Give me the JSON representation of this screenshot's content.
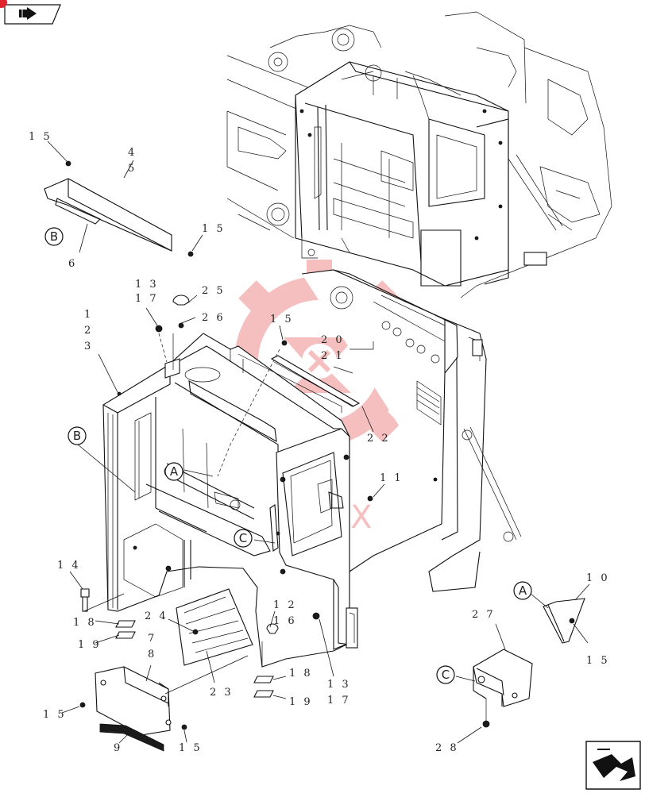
{
  "watermark": {
    "text": "VHTEX",
    "color": "#e23b3b"
  },
  "colors": {
    "line": "#111111",
    "accent": "#e0242b",
    "watermark": "#e23b3b"
  },
  "nav": {
    "back_icon": "back-arrow-icon",
    "forward_icon": "forward-arrow-icon"
  },
  "callouts": [
    {
      "id": "c15a",
      "text": "1 5"
    },
    {
      "id": "c4",
      "text": "4"
    },
    {
      "id": "c5",
      "text": "5"
    },
    {
      "id": "c15b",
      "text": "1 5"
    },
    {
      "id": "c6",
      "text": "6"
    },
    {
      "id": "c13a",
      "text": "1 3"
    },
    {
      "id": "c17a",
      "text": "1 7"
    },
    {
      "id": "c25",
      "text": "2 5"
    },
    {
      "id": "c26",
      "text": "2 6"
    },
    {
      "id": "c1",
      "text": "1"
    },
    {
      "id": "c2",
      "text": "2"
    },
    {
      "id": "c3",
      "text": "3"
    },
    {
      "id": "c15c",
      "text": "1 5"
    },
    {
      "id": "c20",
      "text": "2 0"
    },
    {
      "id": "c21",
      "text": "2 1"
    },
    {
      "id": "c22",
      "text": "2 2"
    },
    {
      "id": "c11",
      "text": "1 1"
    },
    {
      "id": "c14",
      "text": "1 4"
    },
    {
      "id": "c18a",
      "text": "1 8"
    },
    {
      "id": "c19a",
      "text": "1 9"
    },
    {
      "id": "c24",
      "text": "2 4"
    },
    {
      "id": "c7",
      "text": "7"
    },
    {
      "id": "c8",
      "text": "8"
    },
    {
      "id": "c12",
      "text": "1 2"
    },
    {
      "id": "c16",
      "text": "1 6"
    },
    {
      "id": "c10",
      "text": "1 0"
    },
    {
      "id": "c15d",
      "text": "1 5"
    },
    {
      "id": "c27",
      "text": "2 7"
    },
    {
      "id": "c18b",
      "text": "1 8"
    },
    {
      "id": "c19b",
      "text": "1 9"
    },
    {
      "id": "c13b",
      "text": "1 3"
    },
    {
      "id": "c17b",
      "text": "1 7"
    },
    {
      "id": "c23",
      "text": "2 3"
    },
    {
      "id": "c15e",
      "text": "1 5"
    },
    {
      "id": "c15f",
      "text": "1 5"
    },
    {
      "id": "c9",
      "text": "9"
    },
    {
      "id": "c15g",
      "text": "1 5"
    },
    {
      "id": "c28",
      "text": "2 8"
    }
  ],
  "markers": [
    {
      "id": "mB1",
      "text": "B"
    },
    {
      "id": "mB2",
      "text": "B"
    },
    {
      "id": "mA1",
      "text": "A"
    },
    {
      "id": "mC1",
      "text": "C"
    },
    {
      "id": "mA2",
      "text": "A"
    },
    {
      "id": "mC2",
      "text": "C"
    }
  ]
}
